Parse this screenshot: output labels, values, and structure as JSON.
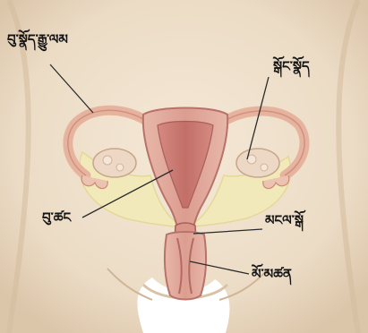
{
  "labels": {
    "fallopian_tube": "བུ་སྣོད་རྒྱུ་ལམ",
    "ovary": "སྒོང་སྣོད",
    "uterus": "བུ་ཚང",
    "cervix": "མངལ་སྒོ",
    "vagina": "མོ་མཚན"
  },
  "colors": {
    "background": "#ffffff",
    "skin": "#efe0cc",
    "uterus_pink": "#e0a89c",
    "uterus_inner": "#cd8178",
    "ligament_yellow": "#f2eab8",
    "leader_line": "#2b2b2b"
  }
}
